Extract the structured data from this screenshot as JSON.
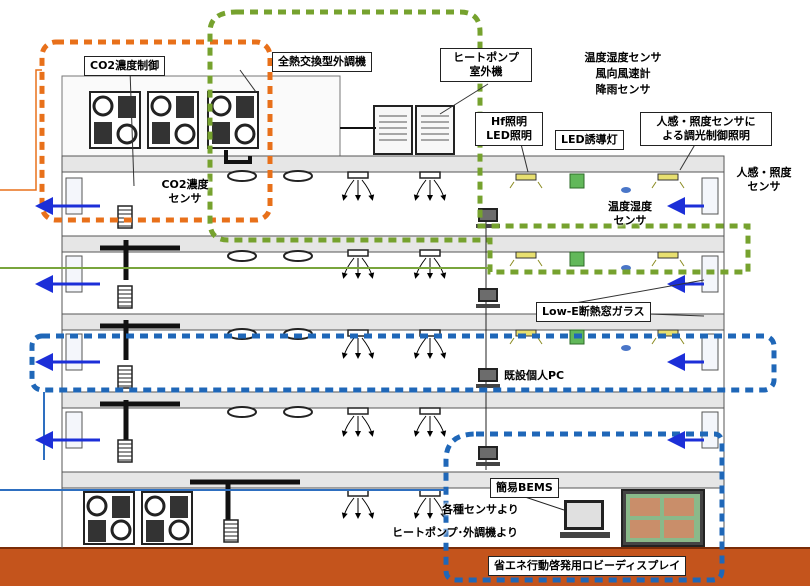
{
  "labels": {
    "co2_control": "CO2濃度制御",
    "heat_exchanger": "全熱交換型外調機",
    "heat_pump_outdoor": "ヒートポンプ\n室外機",
    "weather_sensors": "温度湿度センサ\n風向風速計\n降雨センサ",
    "hf_led": "Hf照明\nLED照明",
    "led_exit": "LED誘導灯",
    "dimming": "人感・照度センサに\nよる調光制御照明",
    "motion_sensor": "人感・照度\nセンサ",
    "co2_sensor": "CO2濃度\nセンサ",
    "temp_humidity_sensor": "温度湿度\nセンサ",
    "low_e_glass": "Low-E断熱窓ガラス",
    "existing_pc": "既設個人PC",
    "simple_bems": "簡易BEMS",
    "from_sensors": "各種センサより",
    "from_heat_pump": "ヒートポンプ･外調機より",
    "lobby_display": "省エネ行動啓発用ロビーディスプレイ"
  },
  "colors": {
    "orange_dashed": "#e8701a",
    "green_dashed": "#76a22e",
    "blue_dashed": "#1f67b8",
    "airflow_arrow": "#1c2fd8",
    "ground": "#c4541c",
    "floor_slab": "#e6e6e6",
    "green_line": "#79a53c",
    "blue_line": "#2e6fc0"
  }
}
